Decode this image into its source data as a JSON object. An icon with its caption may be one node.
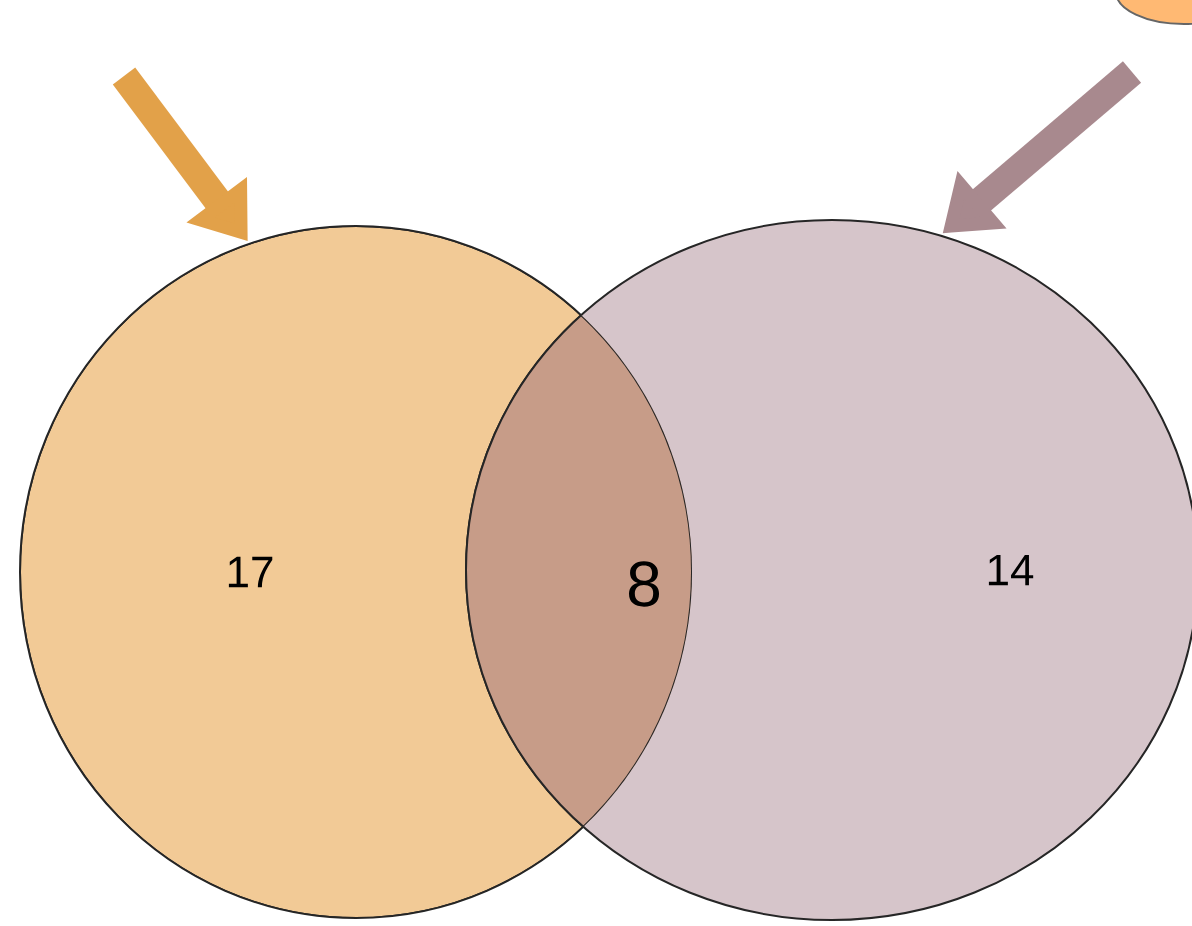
{
  "diagram": {
    "nodes": [
      {
        "text": [
          "17"
        ]
      },
      {
        "text": [
          "14"
        ]
      }
    ],
    "edges": [
      {
        "from": null,
        "to": 0,
        "arrow": "to",
        "color": "#e2a149"
      },
      {
        "from": null,
        "to": 1,
        "arrow": "to",
        "color": "#a8898e"
      }
    ],
    "labels": [
      "8"
    ]
  }
}
